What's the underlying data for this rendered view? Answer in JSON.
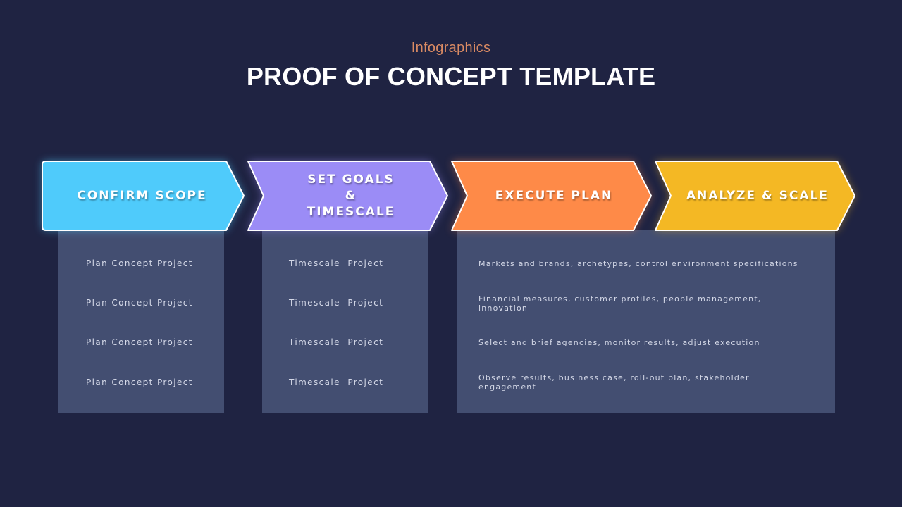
{
  "header": {
    "subtitle": "Infographics",
    "title": "PROOF OF CONCEPT TEMPLATE"
  },
  "steps": [
    {
      "label": "CONFIRM SCOPE",
      "color": "#4fcbfb"
    },
    {
      "label": "SET GOALS & TIMESCALE",
      "color": "#9b8cf6"
    },
    {
      "label": "EXECUTE PLAN",
      "color": "#fe8a48"
    },
    {
      "label": "ANALYZE & SCALE",
      "color": "#f4b824"
    }
  ],
  "panels": [
    {
      "items": [
        "Plan Concept Project",
        "Plan Concept Project",
        "Plan Concept Project",
        "Plan Concept Project"
      ]
    },
    {
      "items": [
        "Timescale  Project",
        "Timescale  Project",
        "Timescale  Project",
        "Timescale  Project"
      ]
    },
    {
      "items": [
        "Markets and brands, archetypes, control environment specifications",
        "Financial measures, customer profiles, people management, innovation",
        "Select and brief agencies, monitor results, adjust execution",
        "Observe results, business case, roll-out plan, stakeholder engagement"
      ]
    }
  ],
  "colors": {
    "background": "#1f2342",
    "panel": "#434e71",
    "subtitle": "#d98a63"
  }
}
